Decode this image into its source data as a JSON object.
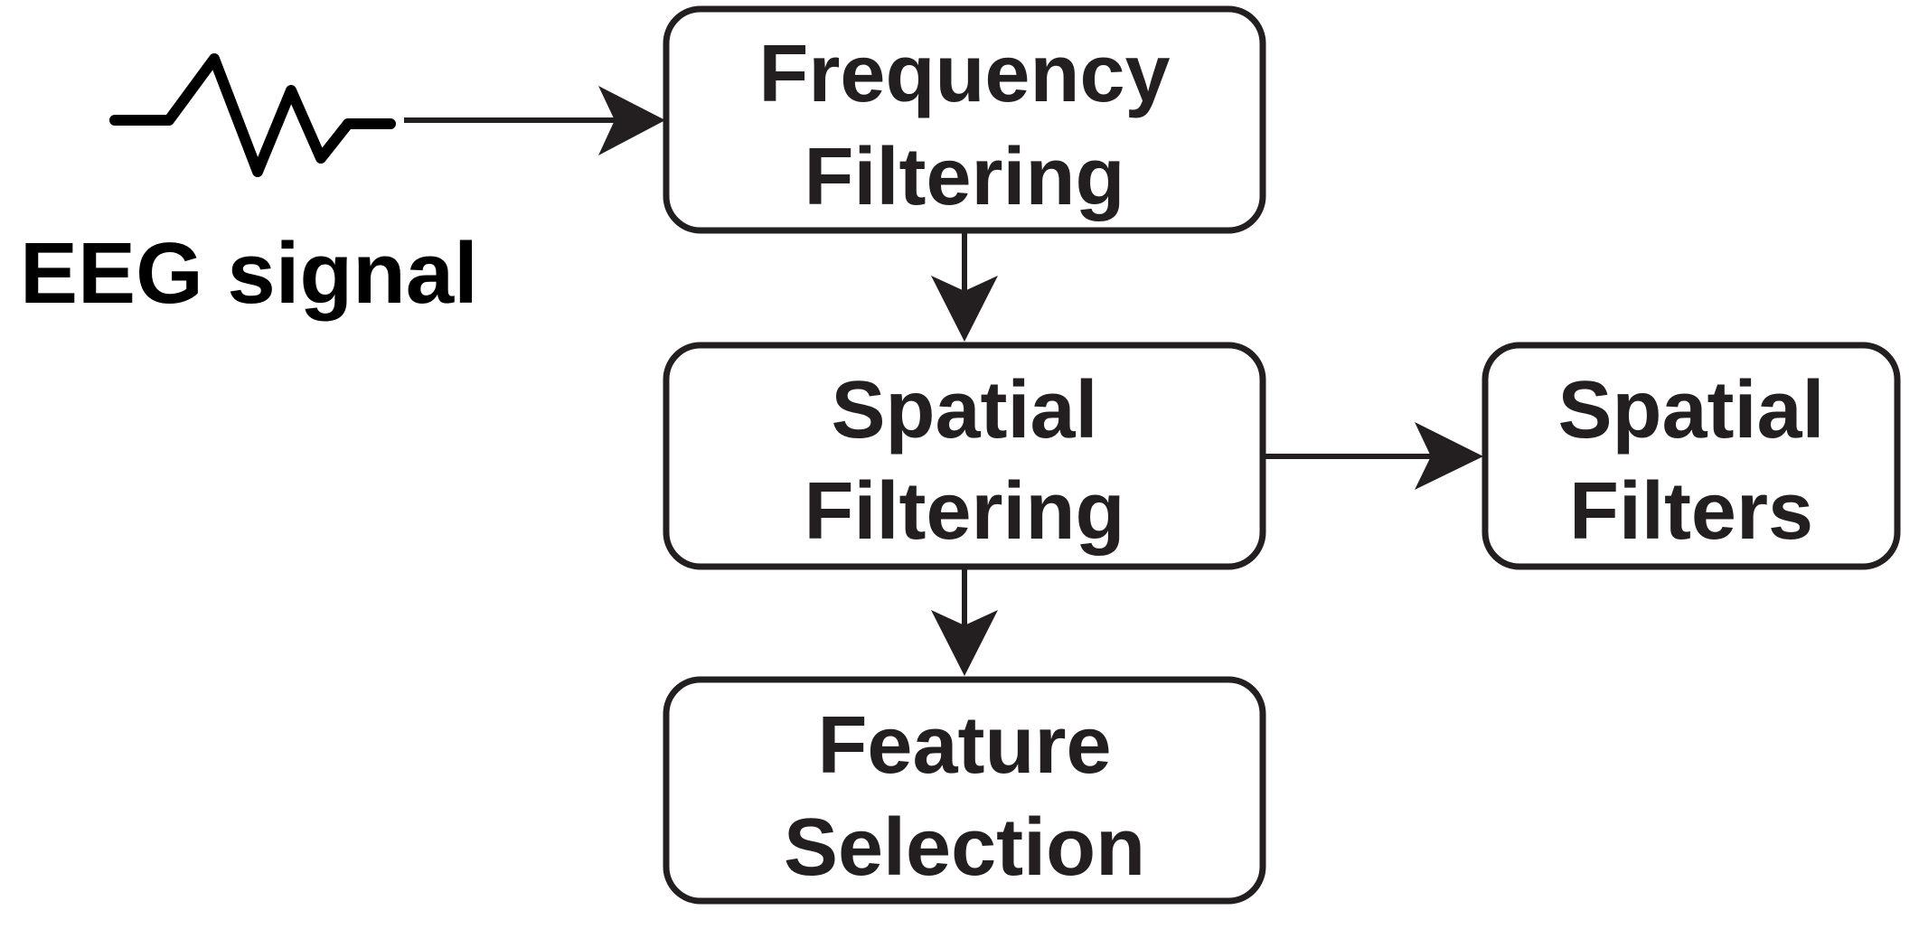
{
  "diagram": {
    "input": {
      "label": "EEG signal",
      "icon": "waveform-icon"
    },
    "nodes": {
      "frequency_filtering": {
        "line1": "Frequency",
        "line2": "Filtering"
      },
      "spatial_filtering": {
        "line1": "Spatial",
        "line2": "Filtering"
      },
      "spatial_filters": {
        "line1": "Spatial",
        "line2": "Filters"
      },
      "feature_selection": {
        "line1": "Feature",
        "line2": "Selection"
      }
    },
    "colors": {
      "stroke": "#231f20",
      "background": "#ffffff"
    }
  }
}
